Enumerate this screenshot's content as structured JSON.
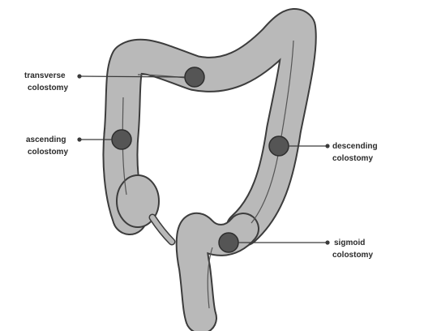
{
  "colors": {
    "colon_fill": "#b9b9b9",
    "colon_outline": "#3c3c3c",
    "stoma_fill": "#555555",
    "stoma_outline": "#2e2e2e",
    "label_text": "#2a2a2a",
    "leader_line": "#3a3a3a"
  },
  "labels": {
    "transverse": {
      "line1": "transverse",
      "line2": "colostomy"
    },
    "ascending": {
      "line1": "ascending",
      "line2": "colostomy"
    },
    "descending": {
      "line1": "descending",
      "line2": "colostomy"
    },
    "sigmoid": {
      "line1": "sigmoid",
      "line2": "colostomy"
    }
  }
}
